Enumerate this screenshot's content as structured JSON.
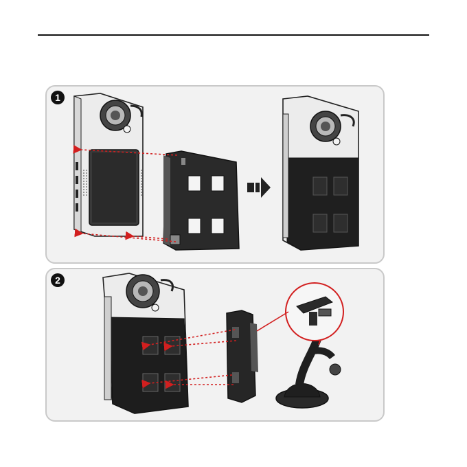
{
  "steps": [
    {
      "number": "1"
    },
    {
      "number": "2"
    }
  ],
  "colors": {
    "rule": "#111111",
    "panel_bg": "#f2f2f2",
    "panel_border": "#c9c9c9",
    "guide_arrow": "#d21f1f",
    "device_body": "#1a1a1a",
    "device_light": "#e9e9e9"
  },
  "icons": [
    "step-1-badge",
    "step-2-badge",
    "arrow-right-icon",
    "dashed-guide-arrow",
    "zoom-circle"
  ]
}
